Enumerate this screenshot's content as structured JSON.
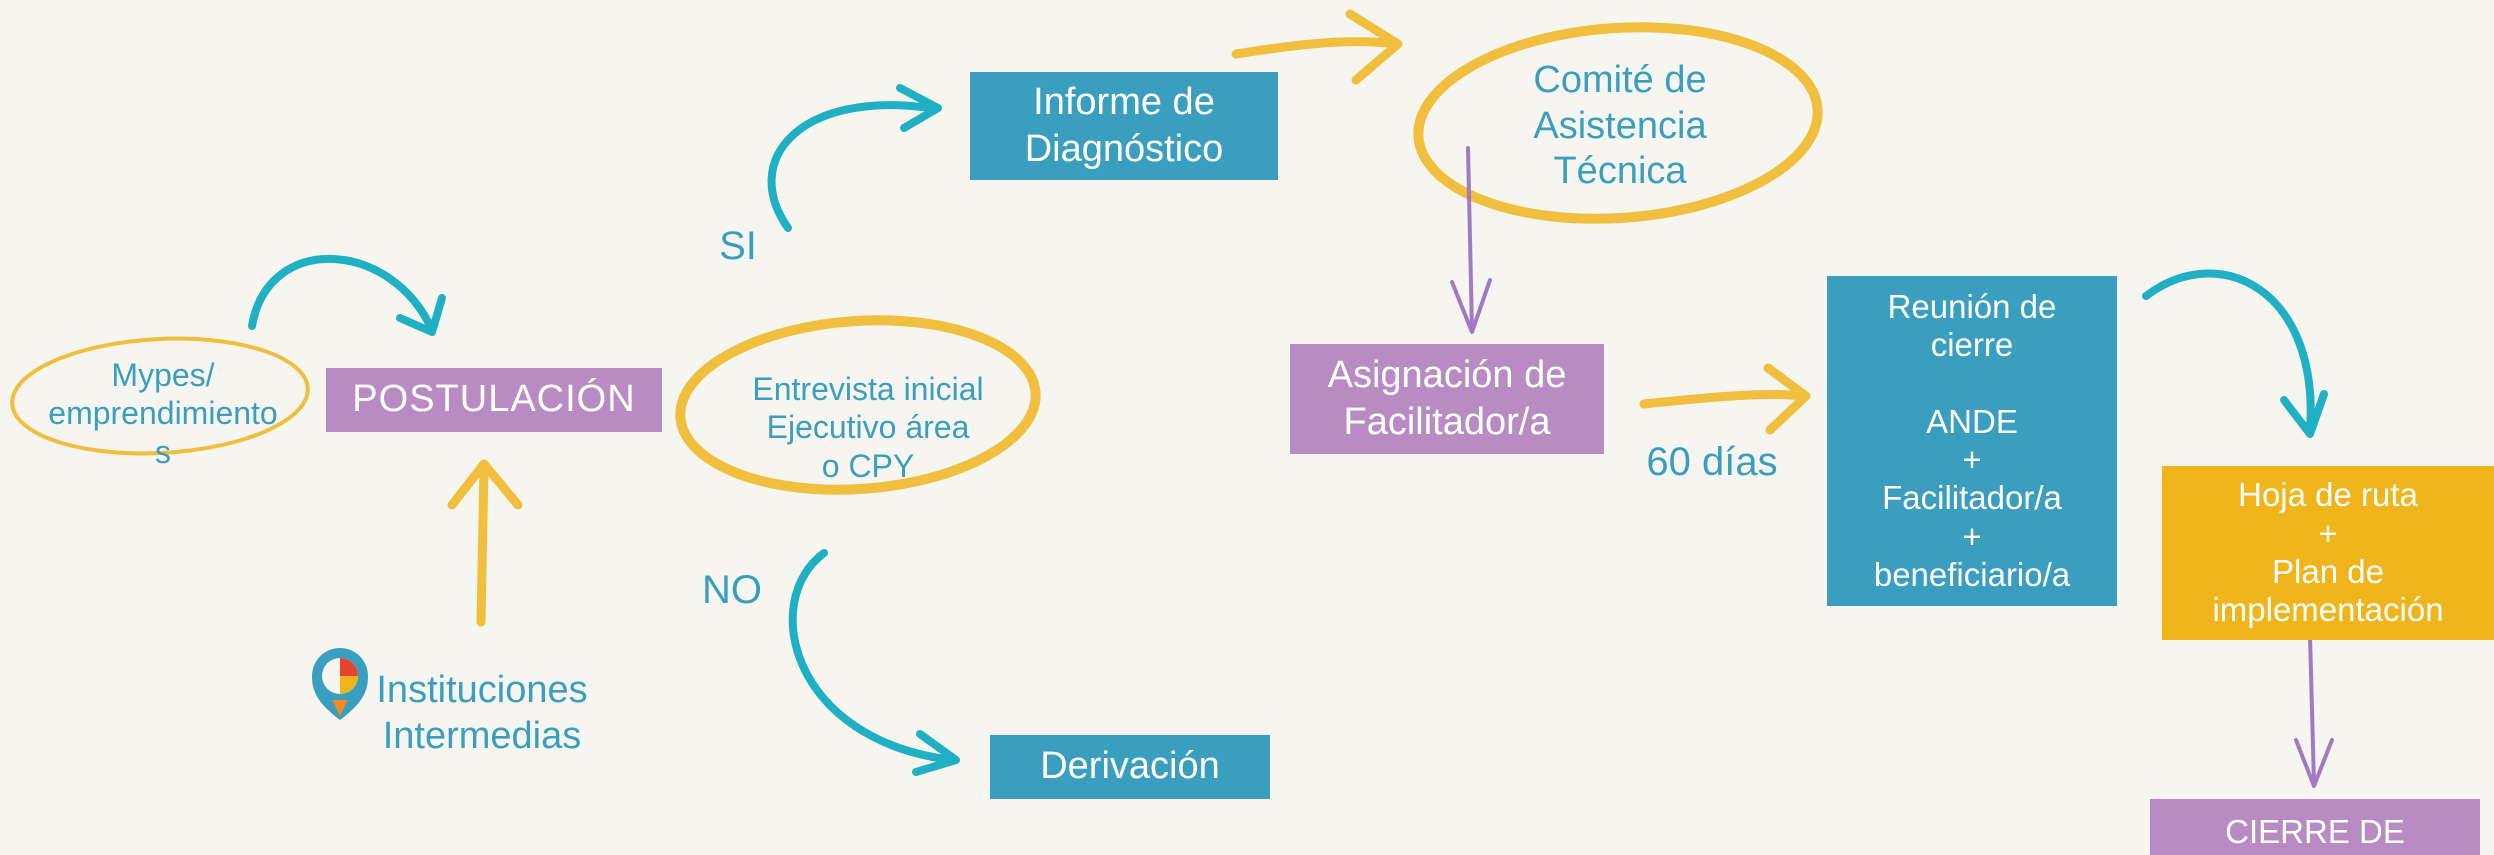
{
  "colors": {
    "background": "#f7f5f0",
    "teal": "#3a9fbe",
    "purple": "#b88cc3",
    "yellow": "#f1b51c",
    "arrow_teal": "#1fb0c4",
    "arrow_yellow": "#f0bf3e",
    "arrow_purple": "#a27ac4"
  },
  "nodes": {
    "mypes": "Mypes/\nemprendimiento\ns",
    "postulacion": "POSTULACIÓN",
    "entrevista": "Entrevista inicial\nEjecutivo área\no CPY",
    "informe": "Informe de\nDiagnóstico",
    "derivacion": "Derivación",
    "comite": "Comité de\nAsistencia\nTécnica",
    "asignacion": "Asignación de\nFacilitador/a",
    "reunion": "Reunión de\ncierre\n\nANDE\n+\nFacilitador/a\n+\nbeneficiario/a",
    "hoja": "Hoja de ruta\n+\nPlan de\nimplementación",
    "cierre": "CIERRE  DE",
    "instituciones": "Instituciones\nIntermedias"
  },
  "labels": {
    "si": "SI",
    "no": "NO",
    "dias": "60 días"
  },
  "icons": {
    "instituciones_logo": "location-pin-logo-icon"
  }
}
